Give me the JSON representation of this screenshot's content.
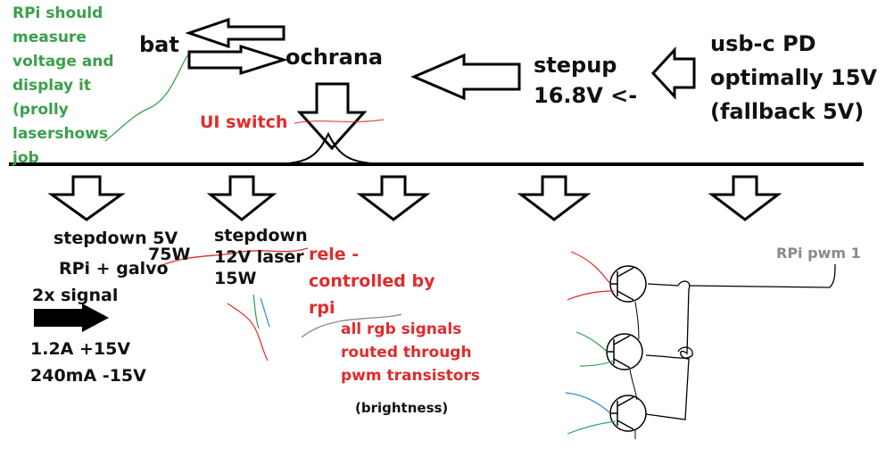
{
  "notes": {
    "rpi_note": "RPi should\nmeasure\nvoltage and\ndisplay it\n(prolly\nlasershows\njob",
    "ui_switch": "UI switch",
    "rele": "rele -\ncontrolled by\nrpi",
    "rgb": "all rgb signals\nrouted through\npwm transistors",
    "brightness": "(brightness)"
  },
  "blocks": {
    "bat": "bat",
    "ochrana": "ochrana",
    "stepup": "stepup\n16.8V <-",
    "usbc": "usb-c PD\noptimally 15V\n(fallback 5V)"
  },
  "branches": {
    "stepdown5_title": "stepdown 5V",
    "stepdown5_power": "75W",
    "rpi_galvo": "RPi + galvo",
    "signal": "2x signal",
    "galvo_out": "1.2A +15V\n240mA -15V",
    "stepdown12": "stepdown\n12V laser\n15W"
  },
  "pwm": {
    "label": "RPi pwm 1"
  },
  "colors": {
    "green": "#3aa04a",
    "red": "#e02b2b",
    "gray": "#8a8a8a",
    "teal": "#2a9d8f",
    "blue": "#1f8fd0"
  }
}
